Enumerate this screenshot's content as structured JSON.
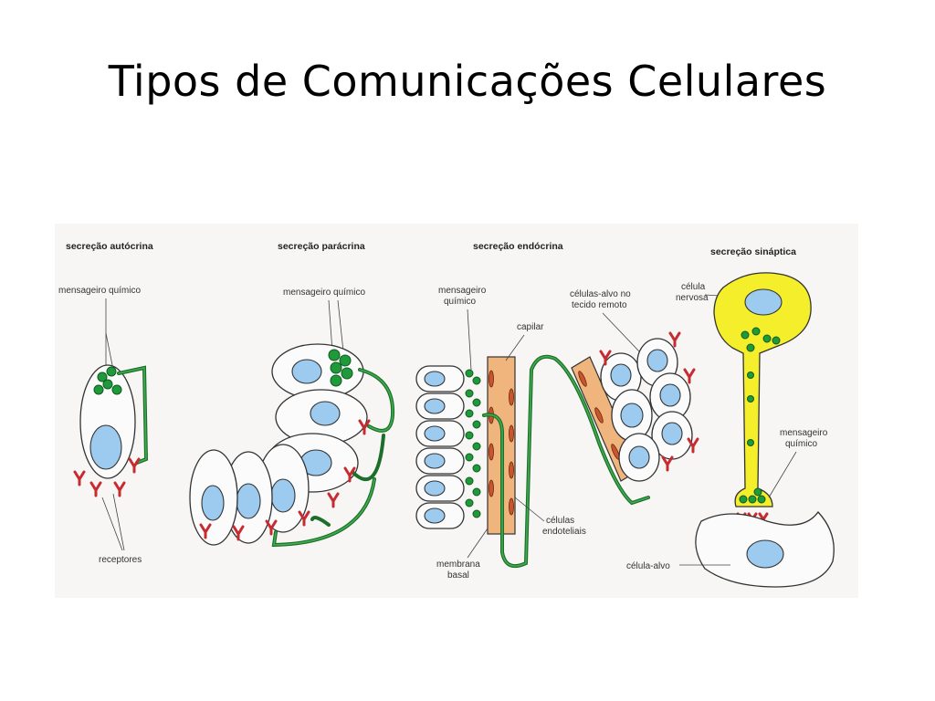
{
  "title": "Tipos de Comunicações Celulares",
  "diagram": {
    "panels": {
      "autocrine": {
        "heading": "secreção autócrina",
        "labels": {
          "messenger": "mensageiro químico",
          "receptors": "receptores"
        }
      },
      "paracrine": {
        "heading": "secreção parácrina",
        "labels": {
          "messenger": "mensageiro químico"
        }
      },
      "endocrine": {
        "heading": "secreção endócrina",
        "labels": {
          "messenger_1": "mensageiro",
          "messenger_2": "químico",
          "target_1": "células-alvo no",
          "target_2": "tecido remoto",
          "capillary": "capilar",
          "endothelial_1": "células",
          "endothelial_2": "endoteliais",
          "membrane_1": "membrana",
          "membrane_2": "basal"
        }
      },
      "synaptic": {
        "heading": "secreção sináptica",
        "labels": {
          "nerve_1": "célula",
          "nerve_2": "nervosa",
          "messenger_1": "mensageiro",
          "messenger_2": "químico",
          "target": "célula-alvo"
        }
      }
    },
    "colors": {
      "messenger": "#1f9a3a",
      "receptor": "#c72a2f",
      "nucleus": "#9ccbef",
      "neuron": "#f4ef2a",
      "capillary": "#f0b57c",
      "arrow": "#1c6e2a"
    }
  }
}
